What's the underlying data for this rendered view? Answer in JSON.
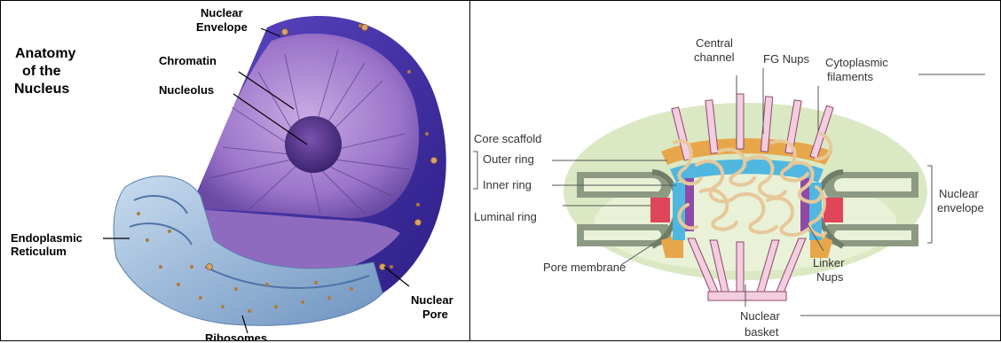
{
  "left_panel": {
    "title_lines": [
      "Anatomy",
      "of the",
      "Nucleus"
    ],
    "labels": {
      "nuclear_envelope": [
        "Nuclear",
        "Envelope"
      ],
      "chromatin": "Chromatin",
      "nucleolus": "Nucleolus",
      "endoplasmic_reticulum": [
        "Endoplasmic",
        "Reticulum"
      ],
      "nuclear_pore": [
        "Nuclear",
        "Pore"
      ],
      "ribosomes": "Ribosomes"
    }
  },
  "right_panel": {
    "labels": {
      "central_channel": [
        "Central",
        "channel"
      ],
      "fg_nups": "FG Nups",
      "cytoplasmic_filaments": [
        "Cytoplasmic",
        "filaments"
      ],
      "core_scaffold": "Core scaffold",
      "outer_ring": "Outer ring",
      "inner_ring": "Inner ring",
      "luminal_ring": "Luminal ring",
      "nuclear_envelope": [
        "Nuclear",
        "envelope"
      ],
      "pore_membrane": "Pore membrane",
      "linker_nups": [
        "Linker",
        "Nups"
      ],
      "nuclear_basket": [
        "Nuclear",
        "basket"
      ]
    }
  }
}
